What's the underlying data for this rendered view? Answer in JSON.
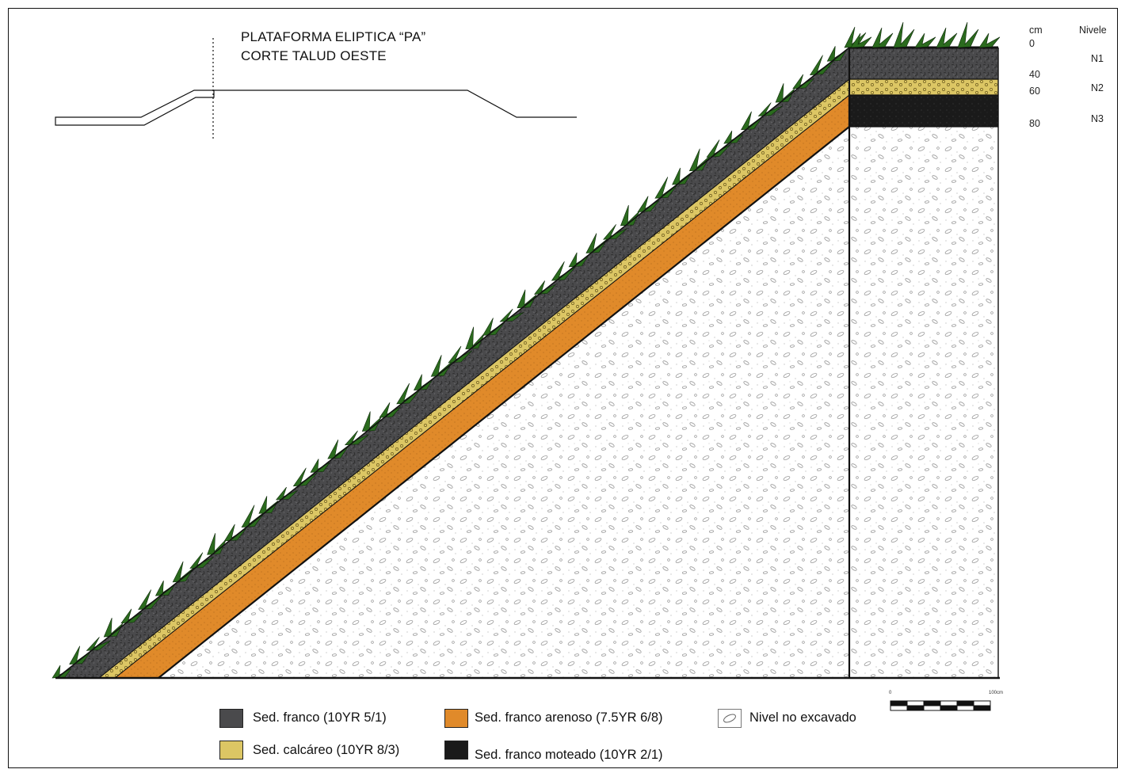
{
  "title": {
    "line1": "PLATAFORMA ELIPTICA “PA”",
    "line2": "CORTE TALUD OESTE"
  },
  "depth_axis": {
    "unit": "cm",
    "level_header": "Nivele",
    "depths": [
      "0",
      "40",
      "60",
      "80"
    ],
    "levels": [
      "N1",
      "N2",
      "N3"
    ]
  },
  "scale_bar": {
    "start_label": "0",
    "end_label": "100cm"
  },
  "legend": {
    "franco": {
      "label": "Sed. franco (10YR 5/1)",
      "color": "#4a4a4c"
    },
    "calcareo": {
      "label": "Sed. calcáreo (10YR 8/3)",
      "color": "#dcc664"
    },
    "arenoso": {
      "label": "Sed. franco arenoso (7.5YR 6/8)",
      "color": "#e08a2a"
    },
    "moteado": {
      "label": "Sed. franco moteado (10YR 2/1)",
      "color": "#1a1a1a"
    },
    "no_excavado": {
      "label": "Nivel no excavado",
      "color": "#ffffff"
    }
  },
  "colors": {
    "grass": "#2b6b1e",
    "outline": "#111111"
  }
}
